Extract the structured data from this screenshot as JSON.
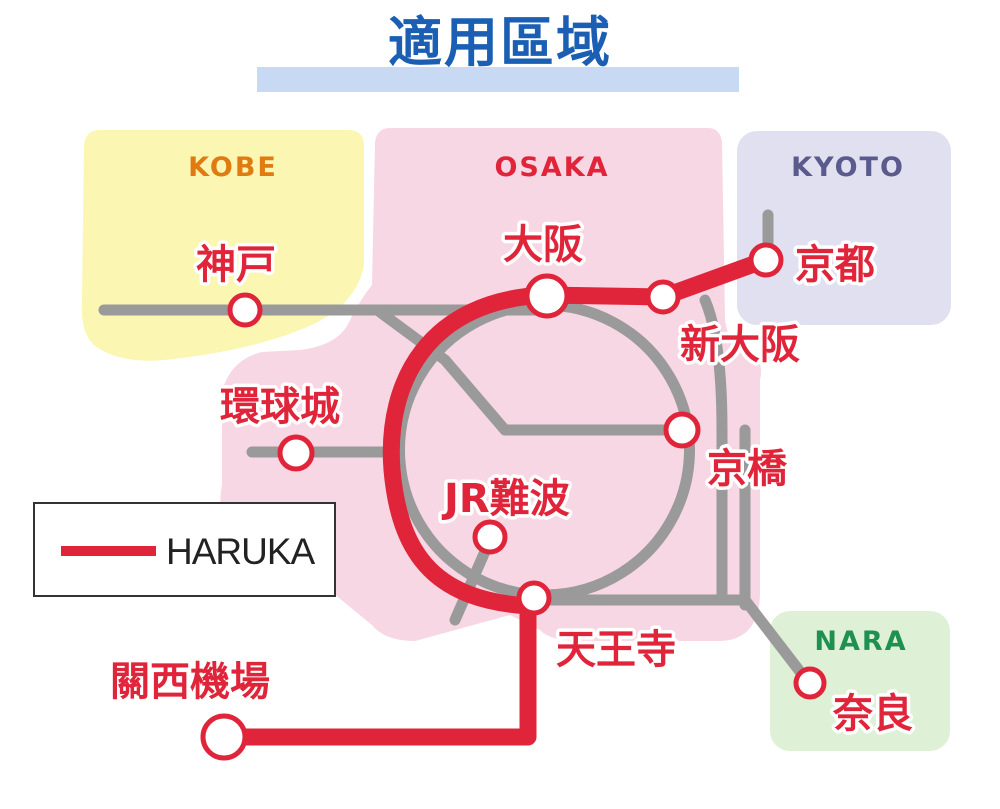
{
  "title": "適用區域",
  "colors": {
    "title": "#1a5fb4",
    "title_underline": "#c7d9f3",
    "haruka_line": "#e0243a",
    "other_lines": "#999999",
    "station_label": "#e0243a"
  },
  "regions": {
    "kobe": {
      "label": "KOBE",
      "label_color": "#e07b12",
      "fill": "#fbf6b2"
    },
    "osaka": {
      "label": "OSAKA",
      "label_color": "#e0243a",
      "fill": "#f7d7e3"
    },
    "kyoto": {
      "label": "KYOTO",
      "label_color": "#5a5a8c",
      "fill": "#e1e0f1"
    },
    "nara": {
      "label": "NARA",
      "label_color": "#1e9150",
      "fill": "#def0d6"
    }
  },
  "stations": {
    "kobe": "神戸",
    "osaka": "大阪",
    "kyoto": "京都",
    "shin_osaka": "新大阪",
    "universal_city": "環球城",
    "kyobashi": "京橋",
    "jr_namba": "JR難波",
    "tennoji": "天王寺",
    "kansai_airport": "關西機場",
    "nara": "奈良"
  },
  "legend": {
    "label": "HARUKA"
  }
}
